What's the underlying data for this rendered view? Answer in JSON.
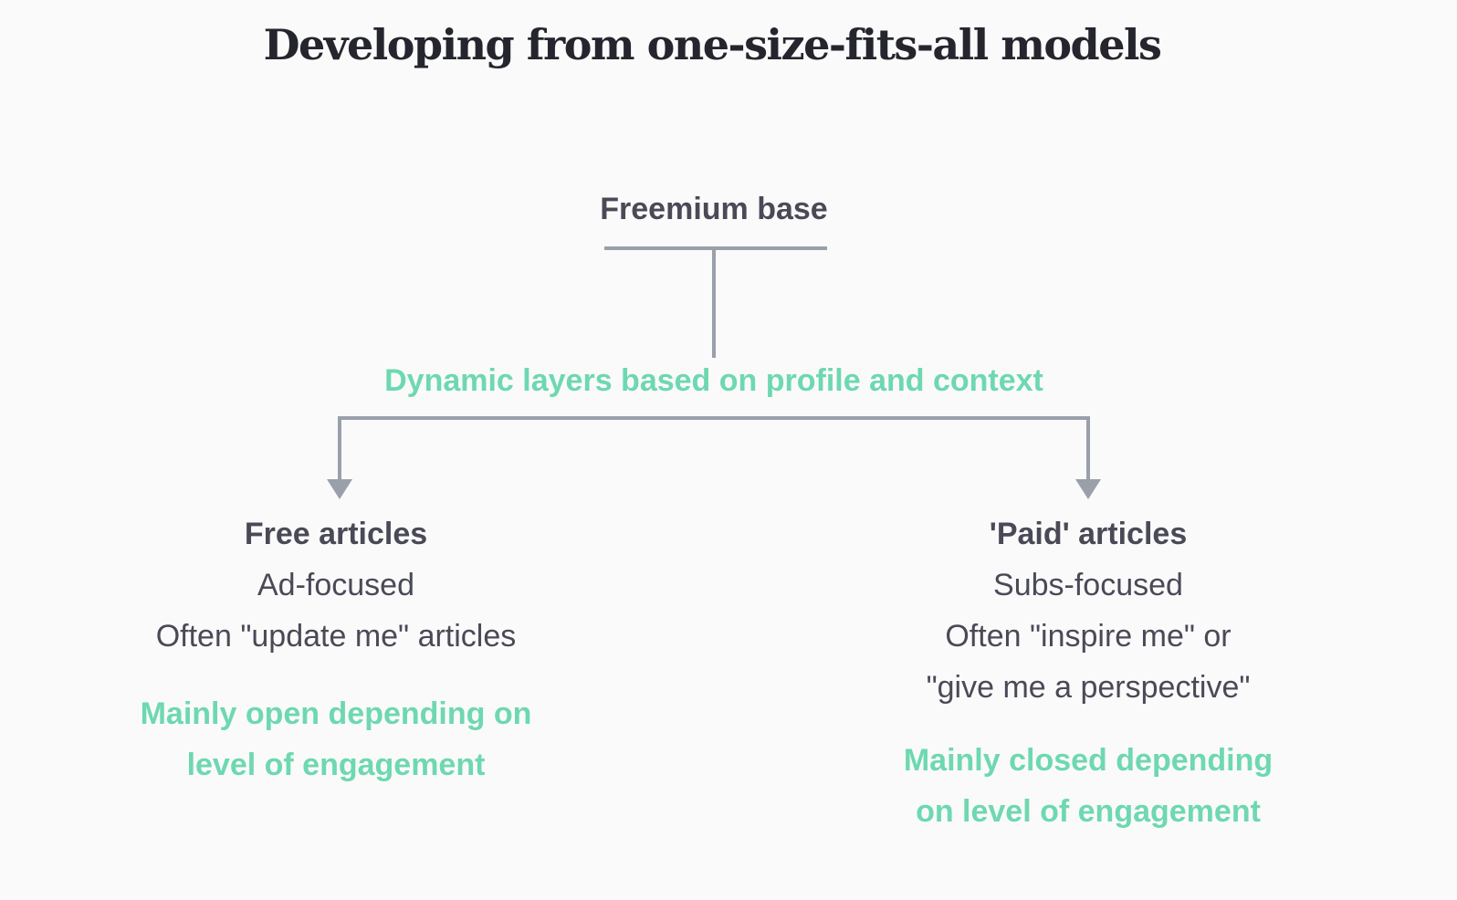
{
  "title": "Developing from one-size-fits-all models",
  "root": {
    "label": "Freemium base"
  },
  "middle": {
    "label": "Dynamic layers based on profile and context"
  },
  "left": {
    "title": "Free articles",
    "lines": [
      "Ad-focused",
      "Often \"update me\" articles"
    ],
    "note_lines": [
      "Mainly open depending on",
      "level of engagement"
    ]
  },
  "right": {
    "title": "'Paid' articles",
    "lines": [
      "Subs-focused",
      "Often \"inspire me\" or",
      "\"give me a perspective\""
    ],
    "note_lines": [
      "Mainly closed depending",
      "on level of engagement"
    ]
  },
  "colors": {
    "accent_green": "#6ed8b0",
    "text_dark": "#4a4a57",
    "title": "#25252e",
    "connector": "#9aa0aa",
    "background": "#fafafb"
  }
}
